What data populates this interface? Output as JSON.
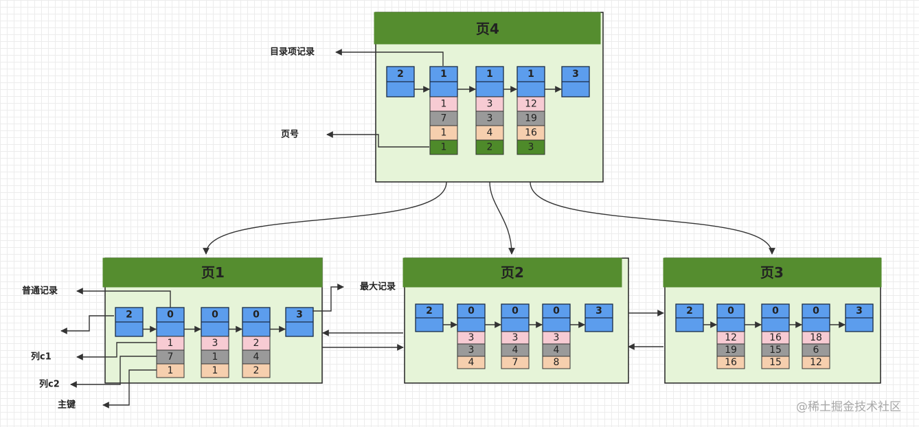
{
  "pages": [
    {
      "id": "page4",
      "title": "页4",
      "records": [
        {
          "header": "2"
        },
        {
          "header": "1",
          "cells": [
            "1",
            "7",
            "1",
            "1"
          ]
        },
        {
          "header": "1",
          "cells": [
            "3",
            "3",
            "4",
            "2"
          ]
        },
        {
          "header": "1",
          "cells": [
            "12",
            "19",
            "16",
            "3"
          ]
        },
        {
          "header": "3"
        }
      ]
    },
    {
      "id": "page1",
      "title": "页1",
      "records": [
        {
          "header": "2"
        },
        {
          "header": "0",
          "cells": [
            "1",
            "7",
            "1"
          ]
        },
        {
          "header": "0",
          "cells": [
            "3",
            "1",
            "1"
          ]
        },
        {
          "header": "0",
          "cells": [
            "2",
            "4",
            "2"
          ]
        },
        {
          "header": "3"
        }
      ]
    },
    {
      "id": "page2",
      "title": "页2",
      "records": [
        {
          "header": "2"
        },
        {
          "header": "0",
          "cells": [
            "3",
            "3",
            "4"
          ]
        },
        {
          "header": "0",
          "cells": [
            "3",
            "4",
            "7"
          ]
        },
        {
          "header": "0",
          "cells": [
            "3",
            "4",
            "8"
          ]
        },
        {
          "header": "3"
        }
      ]
    },
    {
      "id": "page3",
      "title": "页3",
      "records": [
        {
          "header": "2"
        },
        {
          "header": "0",
          "cells": [
            "12",
            "19",
            "16"
          ]
        },
        {
          "header": "0",
          "cells": [
            "16",
            "15",
            "15"
          ]
        },
        {
          "header": "0",
          "cells": [
            "18",
            "6",
            "12"
          ]
        },
        {
          "header": "3"
        }
      ]
    }
  ],
  "labels": {
    "directory_record": "目录项记录",
    "page_number": "页号",
    "normal_record": "普通记录",
    "max_record": "最大记录",
    "column_c1": "列c1",
    "column_c2": "列c2",
    "primary_key": "主键"
  },
  "watermark": "@稀土掘金技术社区"
}
